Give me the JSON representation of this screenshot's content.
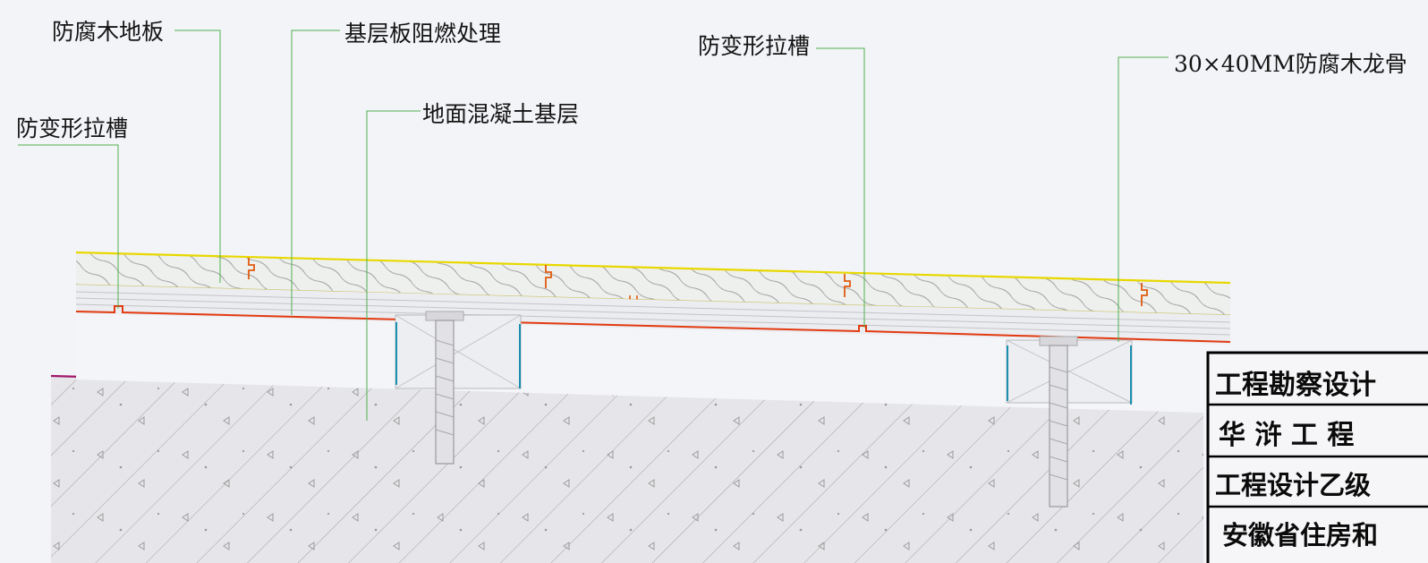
{
  "labels": {
    "wood_floor": "防腐木地板",
    "base_board": "基层板阻燃处理",
    "groove_top": "防变形拉槽",
    "keel": "30×40MM防腐木龙骨",
    "concrete": "地面混凝土基层",
    "groove_left": "防变形拉槽"
  },
  "title_block": {
    "row1": "工程勘察设计",
    "row2": "华 浒 工 程",
    "row3": "工程设计乙级",
    "row4": "安徽省住房和"
  },
  "colors": {
    "floor_top_line": "#e8d800",
    "board_line": "#e23a10",
    "slab_top_line": "#a0186a",
    "keel_post": "#1a8fb0",
    "hatch": "#9a9a9a",
    "leader": "#4fb04f"
  }
}
